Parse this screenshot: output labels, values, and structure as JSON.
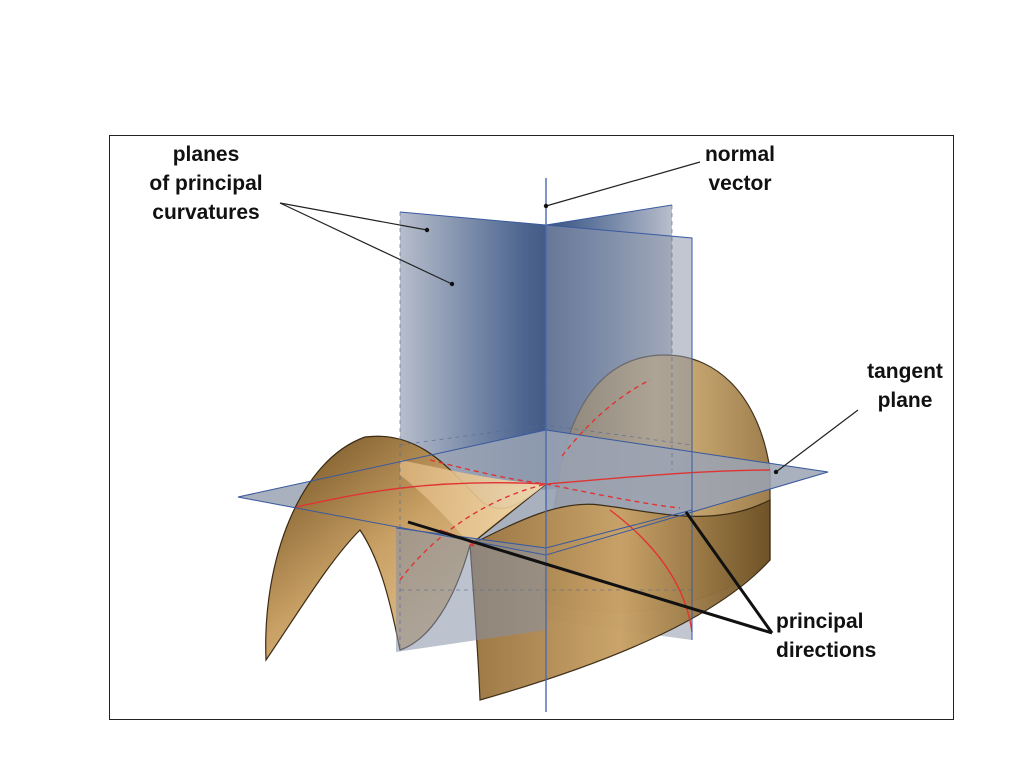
{
  "labels": {
    "planes": [
      "planes",
      "of principal",
      "curvatures"
    ],
    "normal": [
      "normal",
      "vector"
    ],
    "tangent": [
      "tangent",
      "plane"
    ],
    "principal": [
      "principal",
      "directions"
    ]
  },
  "colors": {
    "surface_light": "#f0d09a",
    "surface_dark": "#7a5a2a",
    "plane_blue": "#2f4a78",
    "plane_grey": "#a8b0c0",
    "tangent_plane": "#9aa3b3",
    "curve_red": "#e03030",
    "axis_blue": "#4a6ab0",
    "leader": "#222222"
  }
}
